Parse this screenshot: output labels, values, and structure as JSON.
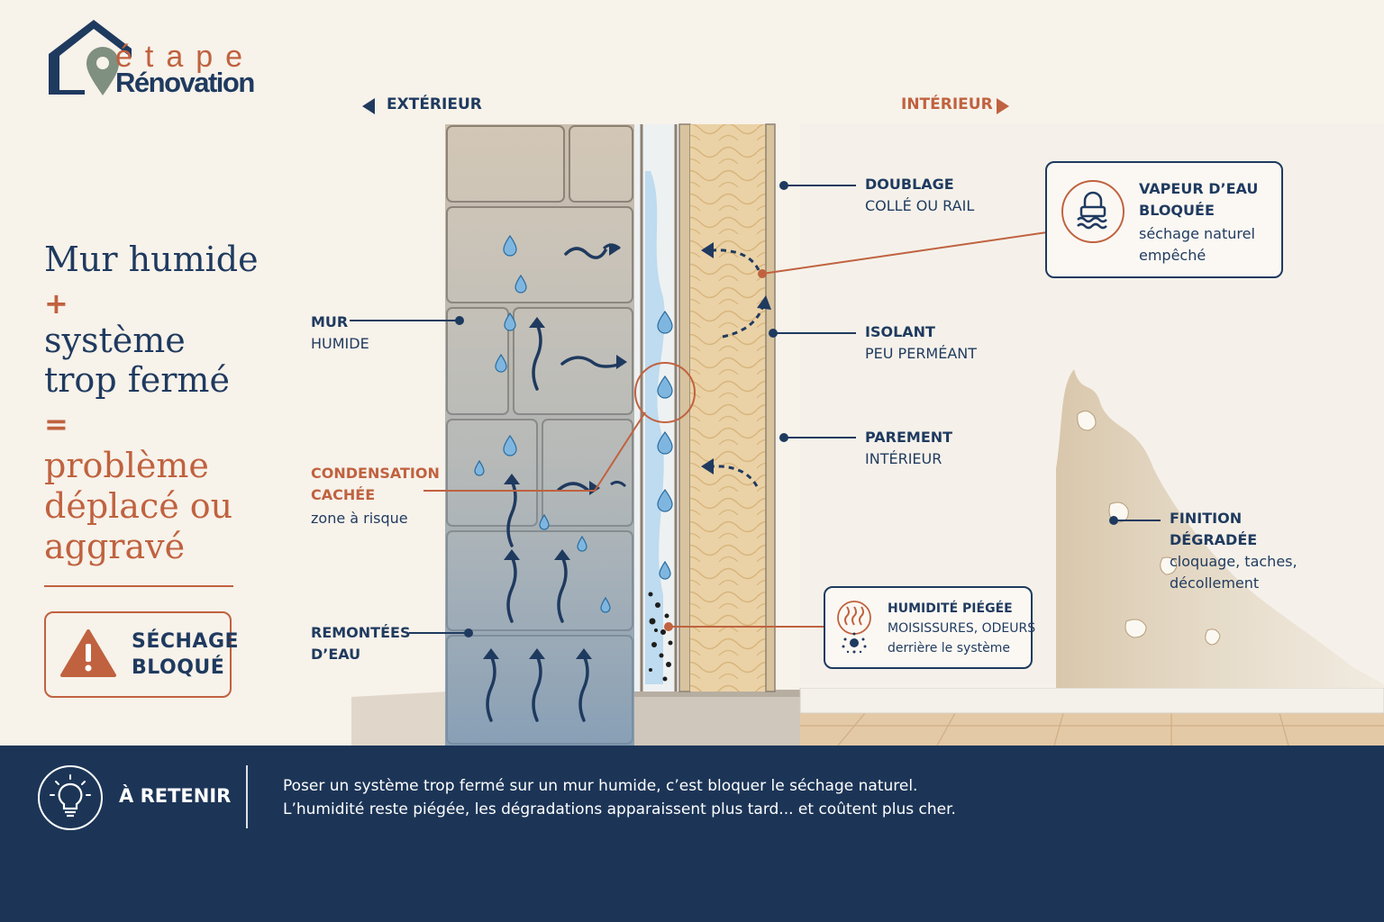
{
  "logo": {
    "line1": "étape",
    "line2": "Rénovation"
  },
  "headline": {
    "line1": "Mur humide",
    "op_plus": "+",
    "line2": "système",
    "line3": "trop fermé",
    "op_equals": "=",
    "line4": "problème",
    "line5": "déplacé ou",
    "line6": "aggravé"
  },
  "warning": {
    "line1": "SÉCHAGE",
    "line2": "BLOQUÉ"
  },
  "directions": {
    "exterior": "EXTÉRIEUR",
    "interior": "INTÉRIEUR"
  },
  "labels": {
    "mur": {
      "title": "MUR",
      "sub": "HUMIDE"
    },
    "condensation": {
      "title1": "CONDENSATION",
      "title2": "CACHÉE",
      "sub": "zone à risque"
    },
    "remontees": {
      "title1": "REMONTÉES",
      "title2": "D’EAU"
    },
    "doublage": {
      "title": "DOUBLAGE",
      "sub": "COLLÉ OU RAIL"
    },
    "isolant": {
      "title": "ISOLANT",
      "sub": "PEU PERMÉANT"
    },
    "parement": {
      "title": "PAREMENT",
      "sub": "INTÉRIEUR"
    },
    "finition": {
      "title1": "FINITION",
      "title2": "DÉGRADÉE",
      "sub1": "cloquage, taches,",
      "sub2": "décollement"
    }
  },
  "vapeur_box": {
    "title1": "VAPEUR D’EAU",
    "title2": "BLOQUÉE",
    "sub1": "séchage naturel",
    "sub2": "empêché"
  },
  "humidite_box": {
    "title": "HUMIDITÉ PIÉGÉE",
    "line1": "MOISISSURES, ODEURS",
    "line2": "derrière le système"
  },
  "takeaway": {
    "title": "À RETENIR",
    "line1": "Poser un système trop fermé sur un mur humide, c’est bloquer le séchage naturel.",
    "line2": "L’humidité reste piégée, les dégradations apparaissent plus tard... et coûtent plus cher."
  },
  "colors": {
    "navy": "#1f3a5f",
    "rust": "#c0623f",
    "band": "#1c3557",
    "background": "#f7f2ea",
    "water": "#8fc3e6",
    "insulation": "#e9cfa3"
  }
}
